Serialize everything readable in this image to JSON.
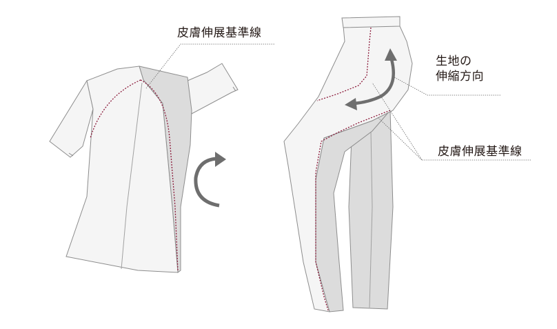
{
  "labels": {
    "skin_stretch_reference_top": "皮膚伸展基準線",
    "fabric_stretch_line1": "生地の",
    "fabric_stretch_line2": "伸縮方向",
    "skin_stretch_reference_right": "皮膚伸展基準線"
  },
  "colors": {
    "garment_fill": "#f5f5f5",
    "garment_outline": "#8c8c8c",
    "side_panel": "#dcdcdc",
    "reference_line": "#8b1a3a",
    "arrow": "#6e6e6e",
    "leader": "#666666"
  },
  "icons": [
    "rotate-arrow-icon",
    "double-arrow-icon"
  ]
}
